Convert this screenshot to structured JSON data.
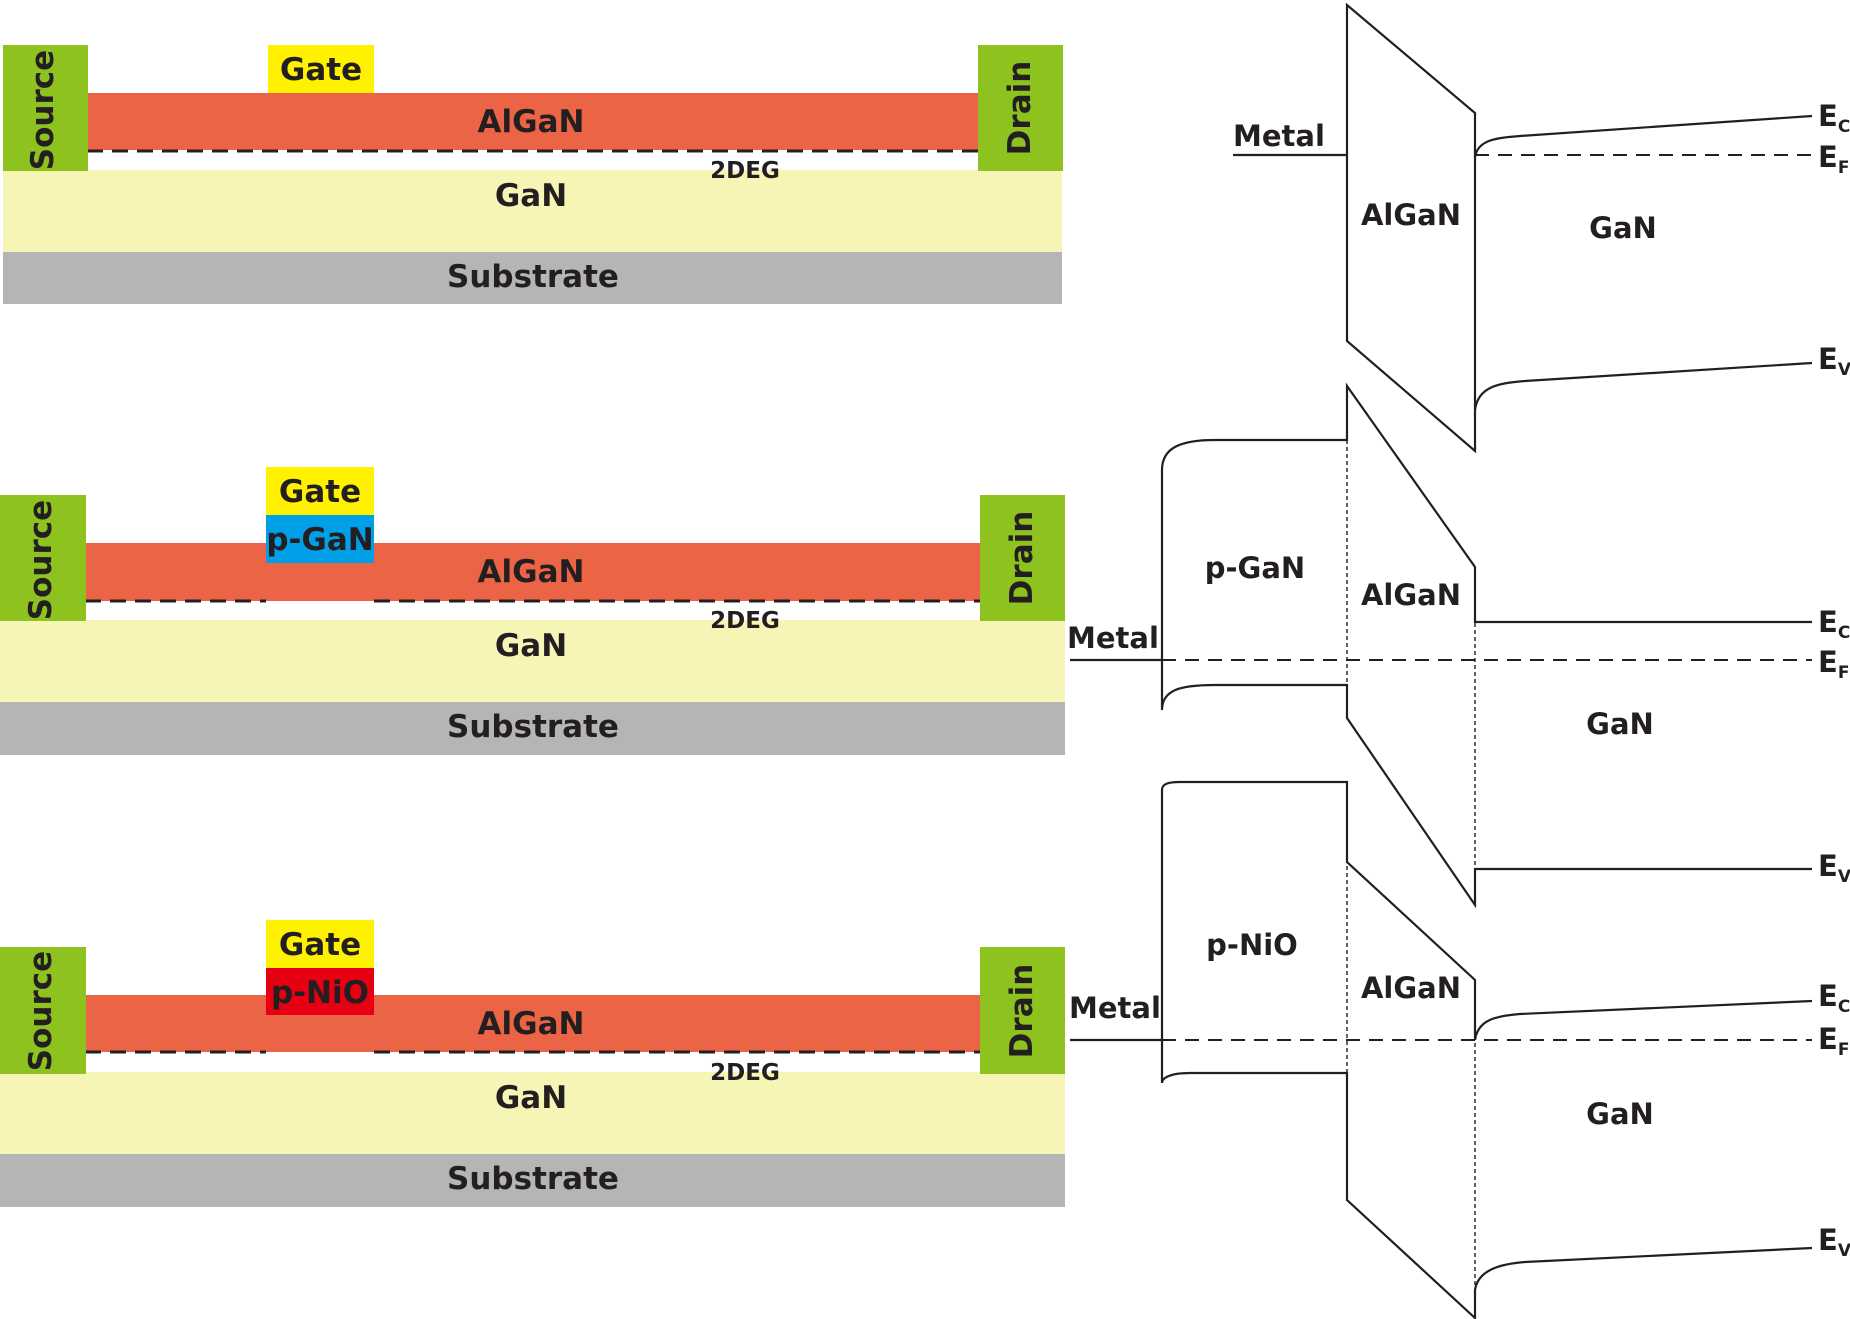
{
  "devices": [
    {
      "source": "Source",
      "gate": "Gate",
      "gate_cap": "",
      "barrier": "AlGaN",
      "channel_layer": "GaN",
      "twodeg": "2DEG",
      "substrate": "Substrate",
      "drain": "Drain"
    },
    {
      "source": "Source",
      "gate": "Gate",
      "gate_cap": "p-GaN",
      "barrier": "AlGaN",
      "channel_layer": "GaN",
      "twodeg": "2DEG",
      "substrate": "Substrate",
      "drain": "Drain"
    },
    {
      "source": "Source",
      "gate": "Gate",
      "gate_cap": "p-NiO",
      "barrier": "AlGaN",
      "channel_layer": "GaN",
      "twodeg": "2DEG",
      "substrate": "Substrate",
      "drain": "Drain"
    }
  ],
  "bands": [
    {
      "metal": "Metal",
      "cap": "",
      "barrier": "AlGaN",
      "channel": "GaN",
      "ec": {
        "main": "E",
        "sub": "C"
      },
      "ef": {
        "main": "E",
        "sub": "F"
      },
      "ev": {
        "main": "E",
        "sub": "V"
      }
    },
    {
      "metal": "Metal",
      "cap": "p-GaN",
      "barrier": "AlGaN",
      "channel": "GaN",
      "ec": {
        "main": "E",
        "sub": "C"
      },
      "ef": {
        "main": "E",
        "sub": "F"
      },
      "ev": {
        "main": "E",
        "sub": "V"
      }
    },
    {
      "metal": "Metal",
      "cap": "p-NiO",
      "barrier": "AlGaN",
      "channel": "GaN",
      "ec": {
        "main": "E",
        "sub": "C"
      },
      "ef": {
        "main": "E",
        "sub": "F"
      },
      "ev": {
        "main": "E",
        "sub": "V"
      }
    }
  ],
  "colors": {
    "contact": "#8dc21f",
    "gate_metal": "#fff100",
    "algan": "#eb6445",
    "gan": "#f7f5b5",
    "substrate": "#b5b5b5",
    "p_gan": "#00a0e9",
    "p_nio": "#e60012"
  }
}
